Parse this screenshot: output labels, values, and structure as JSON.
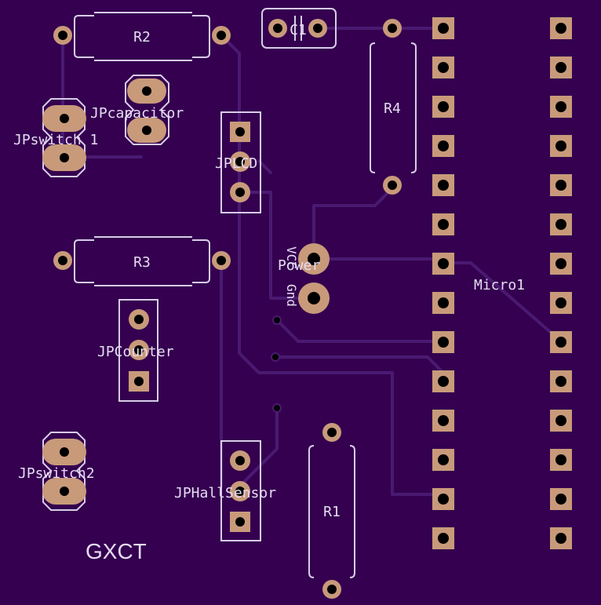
{
  "board": {
    "background": "#34004f",
    "trace_color": "#4a1a72",
    "pad_color": "#c89a7a",
    "silk_color": "#d8cce8"
  },
  "labels": {
    "r2": "R2",
    "c1": "C1",
    "r4": "R4",
    "jpcapacitor": "JPcapacitor",
    "jpswitch1": "JPswitch 1",
    "jplcd": "JPLCD",
    "r3": "R3",
    "vcc": "VCC",
    "gnd": "Gnd",
    "power": "Power",
    "micro1": "Micro1",
    "jpcounter": "JPCounter",
    "jpswitch2": "JPswitch2",
    "jphallsensor": "JPHallSensor",
    "r1": "R1",
    "gxct": "GXCT"
  }
}
